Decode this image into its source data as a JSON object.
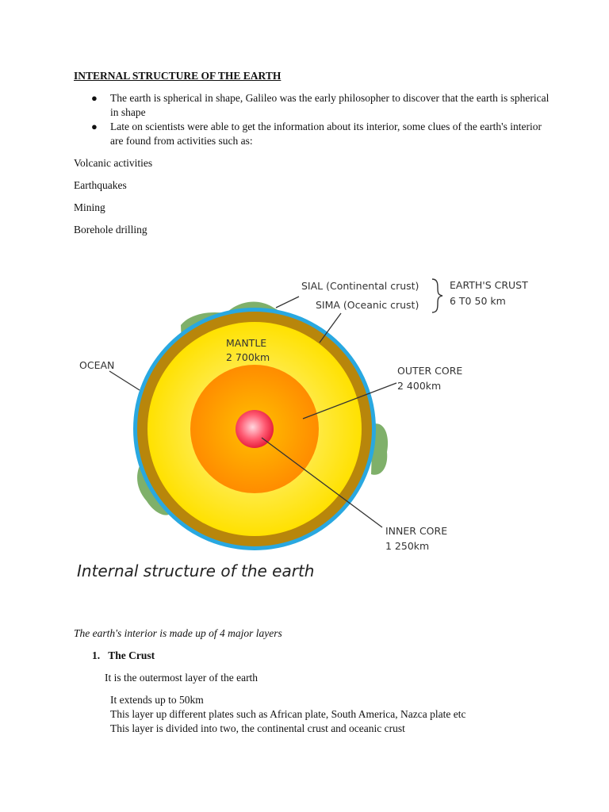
{
  "document": {
    "heading": "INTERNAL STRUCTURE OF THE EARTH",
    "bullets": [
      "The earth is spherical in shape, Galileo was the early philosopher to discover that the earth is spherical in shape",
      "Late on scientists were able to get the information about its interior, some clues of the earth's interior are found from activities such as:"
    ],
    "activities": [
      "Volcanic activities",
      "Earthquakes",
      "Mining",
      "Borehole drilling"
    ],
    "figure": {
      "caption": "Internal structure of the earth",
      "labels": {
        "sial": "SIAL (Continental crust)",
        "sima": "SIMA (Oceanic crust)",
        "crust_title": "EARTH'S CRUST",
        "crust_range": "6 T0 50 km",
        "mantle": "MANTLE",
        "mantle_km": "2 700km",
        "ocean": "OCEAN",
        "outer_core": "OUTER CORE",
        "outer_core_km": "2 400km",
        "inner_core": "INNER CORE",
        "inner_core_km": "1 250km"
      },
      "colors": {
        "ocean": "#29a8e0",
        "crust": "#b8860b",
        "mantle": "#ffe800",
        "outer_core": "#ff9a00",
        "inner_core": "#ff3b5c",
        "land": "#7fb06a"
      }
    },
    "intro": "The earth's interior is made up of 4 major layers",
    "section": {
      "number": "1.",
      "title": "The Crust",
      "description": "It is the outermost layer of the earth",
      "lines": [
        "It extends up to 50km",
        "This layer up different plates such as African plate, South America, Nazca plate etc",
        "This layer is divided into two, the continental crust and oceanic crust"
      ]
    }
  }
}
